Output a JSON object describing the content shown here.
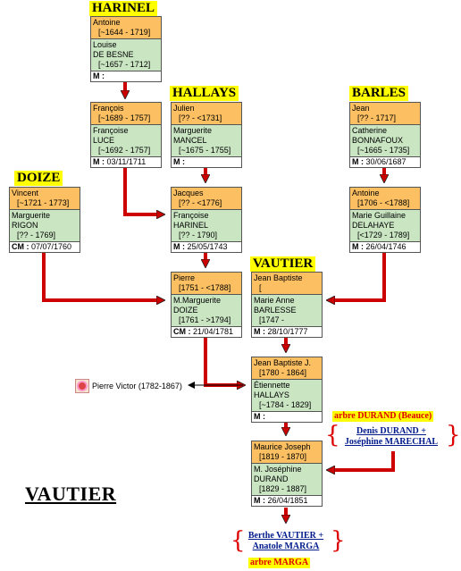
{
  "title": "VAUTIER",
  "families": {
    "harinel": "HARINEL",
    "hallays": "HALLAYS",
    "barles": "BARLES",
    "doize": "DOIZE",
    "vautier": "VAUTIER"
  },
  "couples": {
    "c1": {
      "husband": "Antoine",
      "husband_dates": "[~1644 - 1719]",
      "wife": "Louise",
      "wife_name2": "DE BESNE",
      "wife_dates": "[~1657 - 1712]",
      "mtype": "M :",
      "mdate": ""
    },
    "c2": {
      "husband": "François",
      "husband_dates": "[~1689 - 1757]",
      "wife": "Françoise",
      "wife_name2": "LUCE",
      "wife_dates": "[~1692 - 1757]",
      "mtype": "M :",
      "mdate": "03/11/1711"
    },
    "c3": {
      "husband": "Julien",
      "husband_dates": "[?? - <1731]",
      "wife": "Marguerite",
      "wife_name2": "MANCEL",
      "wife_dates": "[~1675 - 1755]",
      "mtype": "M :",
      "mdate": ""
    },
    "c4": {
      "husband": "Jean",
      "husband_dates": "[?? - 1717]",
      "wife": "Catherine",
      "wife_name2": "BONNAFOUX",
      "wife_dates": "[~1665 - 1735]",
      "mtype": "M :",
      "mdate": "30/06/1687"
    },
    "c5": {
      "husband": "Vincent",
      "husband_dates": "[~1721 - 1773]",
      "wife": "Marguerite",
      "wife_name2": "RIGON",
      "wife_dates": "[?? - 1769]",
      "mtype": "CM :",
      "mdate": "07/07/1760"
    },
    "c6": {
      "husband": "Jacques",
      "husband_dates": "[?? - <1776]",
      "wife": "Françoise",
      "wife_name2": "HARINEL",
      "wife_dates": "[?? - 1790]",
      "mtype": "M :",
      "mdate": "25/05/1743"
    },
    "c7": {
      "husband": "Antoine",
      "husband_dates": "[1706 - <1788]",
      "wife": "Marie Guillaine",
      "wife_name2": "DELAHAYE",
      "wife_dates": "[<1729 - 1789]",
      "mtype": "M :",
      "mdate": "26/04/1746"
    },
    "c8": {
      "husband": "Pierre",
      "husband_dates": "[1751 - <1788]",
      "wife": "M.Marguerite",
      "wife_name2": "DOIZE",
      "wife_dates": "[1761 - >1794]",
      "mtype": "CM :",
      "mdate": "21/04/1781"
    },
    "c9": {
      "husband": "Jean Baptiste",
      "husband_dates": "[",
      "wife": "Marie Anne",
      "wife_name2": "BARLESSE",
      "wife_dates": "[1747 -",
      "mtype": "M :",
      "mdate": "28/10/1777"
    },
    "c10": {
      "husband": "Jean Baptiste J.",
      "husband_dates": "[1780 - 1864]",
      "wife": "Étiennette",
      "wife_name2": "HALLAYS",
      "wife_dates": "[~1784 - 1829]",
      "mtype": "M :",
      "mdate": ""
    },
    "c11": {
      "husband": "Maurice Joseph",
      "husband_dates": "[1819 - 1870]",
      "wife": "M. Joséphine",
      "wife_name2": "DURAND",
      "wife_dates": "[1829 - 1887]",
      "mtype": "M :",
      "mdate": "26/04/1851"
    }
  },
  "sibling": "Pierre Victor (1782-1867)",
  "links": {
    "durand_tree": "arbre DURAND (Beauce)",
    "durand_couple_line1": "Denis DURAND +",
    "durand_couple_line2": "Joséphine MARECHAL",
    "marga_couple_line1": "Berthe VAUTIER +",
    "marga_couple_line2": "Anatole MARGA",
    "marga_tree": "arbre MARGA"
  },
  "colors": {
    "husband_bg": "#fcc062",
    "wife_bg": "#c9e5c2",
    "arrow": "#cc0000",
    "family_label_bg": "#ffff00"
  },
  "icons": [
    "flower-icon",
    "brace-icon"
  ]
}
